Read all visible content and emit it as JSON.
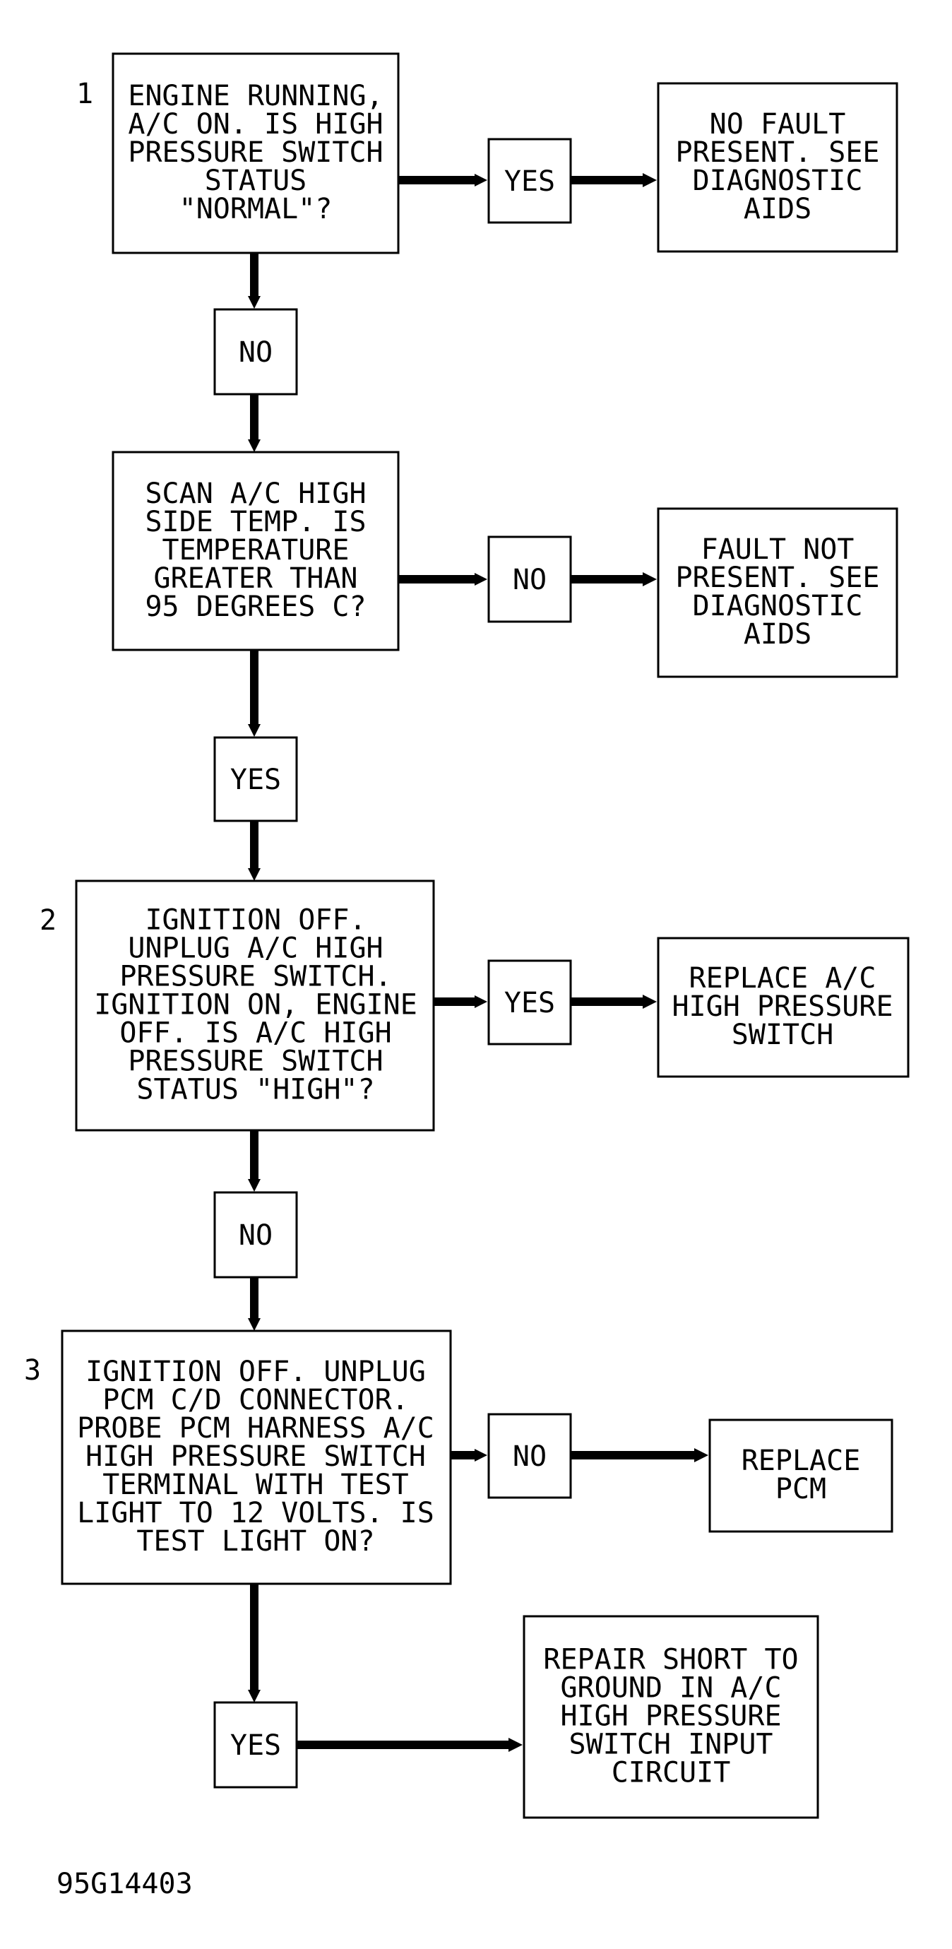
{
  "steps": [
    {
      "number": "1"
    },
    {
      "number": "2"
    },
    {
      "number": "3"
    }
  ],
  "nodes": {
    "q1": [
      "ENGINE RUNNING,",
      "A/C ON. IS HIGH",
      "PRESSURE SWITCH",
      "STATUS",
      "\"NORMAL\"?"
    ],
    "r1": [
      "NO FAULT",
      "PRESENT. SEE",
      "DIAGNOSTIC",
      "AIDS"
    ],
    "q2": [
      "SCAN A/C HIGH",
      "SIDE TEMP. IS",
      "TEMPERATURE",
      "GREATER THAN",
      "95 DEGREES C?"
    ],
    "r2": [
      "FAULT NOT",
      "PRESENT. SEE",
      "DIAGNOSTIC",
      "AIDS"
    ],
    "q3": [
      "IGNITION OFF.",
      "UNPLUG A/C HIGH",
      "PRESSURE SWITCH.",
      "IGNITION ON, ENGINE",
      "OFF. IS A/C HIGH",
      "PRESSURE SWITCH",
      "STATUS \"HIGH\"?"
    ],
    "r3": [
      "REPLACE A/C",
      "HIGH PRESSURE",
      "SWITCH"
    ],
    "q4": [
      "IGNITION OFF. UNPLUG",
      "PCM C/D CONNECTOR.",
      "PROBE PCM HARNESS A/C",
      "HIGH PRESSURE SWITCH",
      "TERMINAL WITH TEST",
      "LIGHT TO 12 VOLTS. IS",
      "TEST LIGHT ON?"
    ],
    "r4": [
      "REPLACE",
      "PCM"
    ],
    "r5": [
      "REPAIR SHORT TO",
      "GROUND IN A/C",
      "HIGH PRESSURE",
      "SWITCH INPUT",
      "CIRCUIT"
    ]
  },
  "answers": {
    "a1_yes": "YES",
    "a1_no": "NO",
    "a2_no": "NO",
    "a2_yes": "YES",
    "a3_yes": "YES",
    "a3_no": "NO",
    "a4_no": "NO",
    "a4_yes": "YES"
  },
  "figure_id": "95G14403"
}
